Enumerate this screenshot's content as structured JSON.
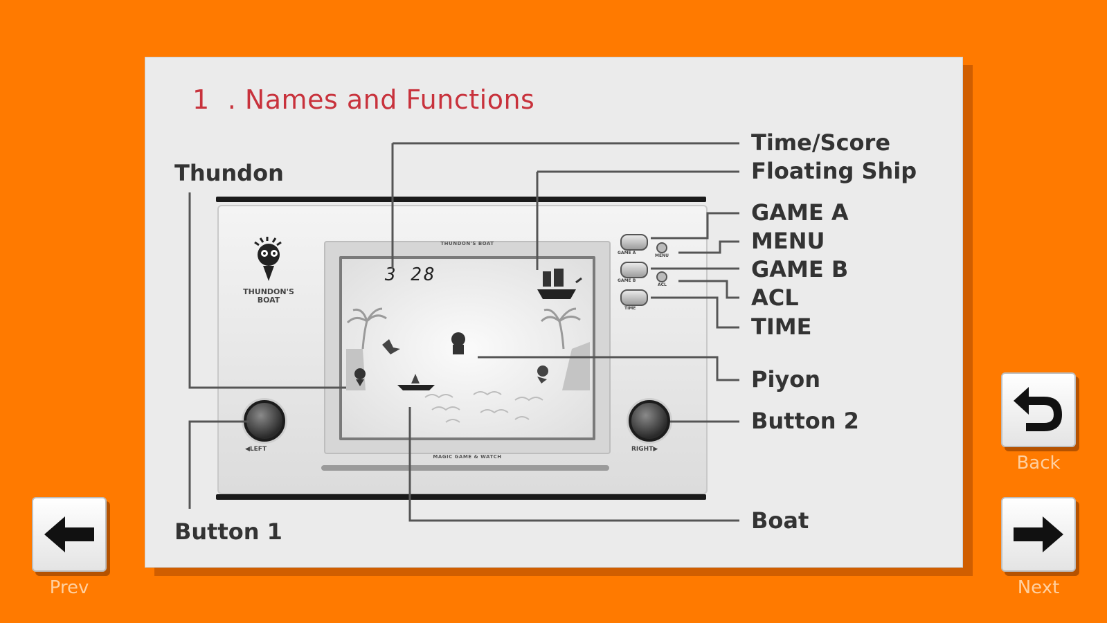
{
  "page": {
    "heading_number": "1",
    "heading_text": ". Names and Functions"
  },
  "labels": {
    "thundon": "Thundon",
    "time_score": "Time/Score",
    "floating_ship": "Floating Ship",
    "game_a": "GAME A",
    "menu": "MENU",
    "game_b": "GAME B",
    "acl": "ACL",
    "time": "TIME",
    "piyon": "Piyon",
    "button_2": "Button 2",
    "button_1": "Button 1",
    "boat": "Boat"
  },
  "device": {
    "game_title": "THUNDON'S BOAT",
    "logo_caption_1": "THUNDON'S",
    "logo_caption_2": "BOAT",
    "score_display": "3 28",
    "footer_text": "MAGIC GAME & WATCH",
    "left_label": "◀LEFT",
    "right_label": "RIGHT▶",
    "btn_game_a": "GAME A",
    "btn_menu": "MENU",
    "btn_game_b": "GAME B",
    "btn_acl": "ACL",
    "btn_time": "TIME"
  },
  "nav": {
    "prev": "Prev",
    "back": "Back",
    "next": "Next"
  },
  "colors": {
    "background": "#ff7a00",
    "heading": "#c8323c",
    "nav_label": "#ffd0a0"
  },
  "icons": {
    "prev": "arrow-left-icon",
    "back": "return-icon",
    "next": "arrow-right-icon"
  }
}
